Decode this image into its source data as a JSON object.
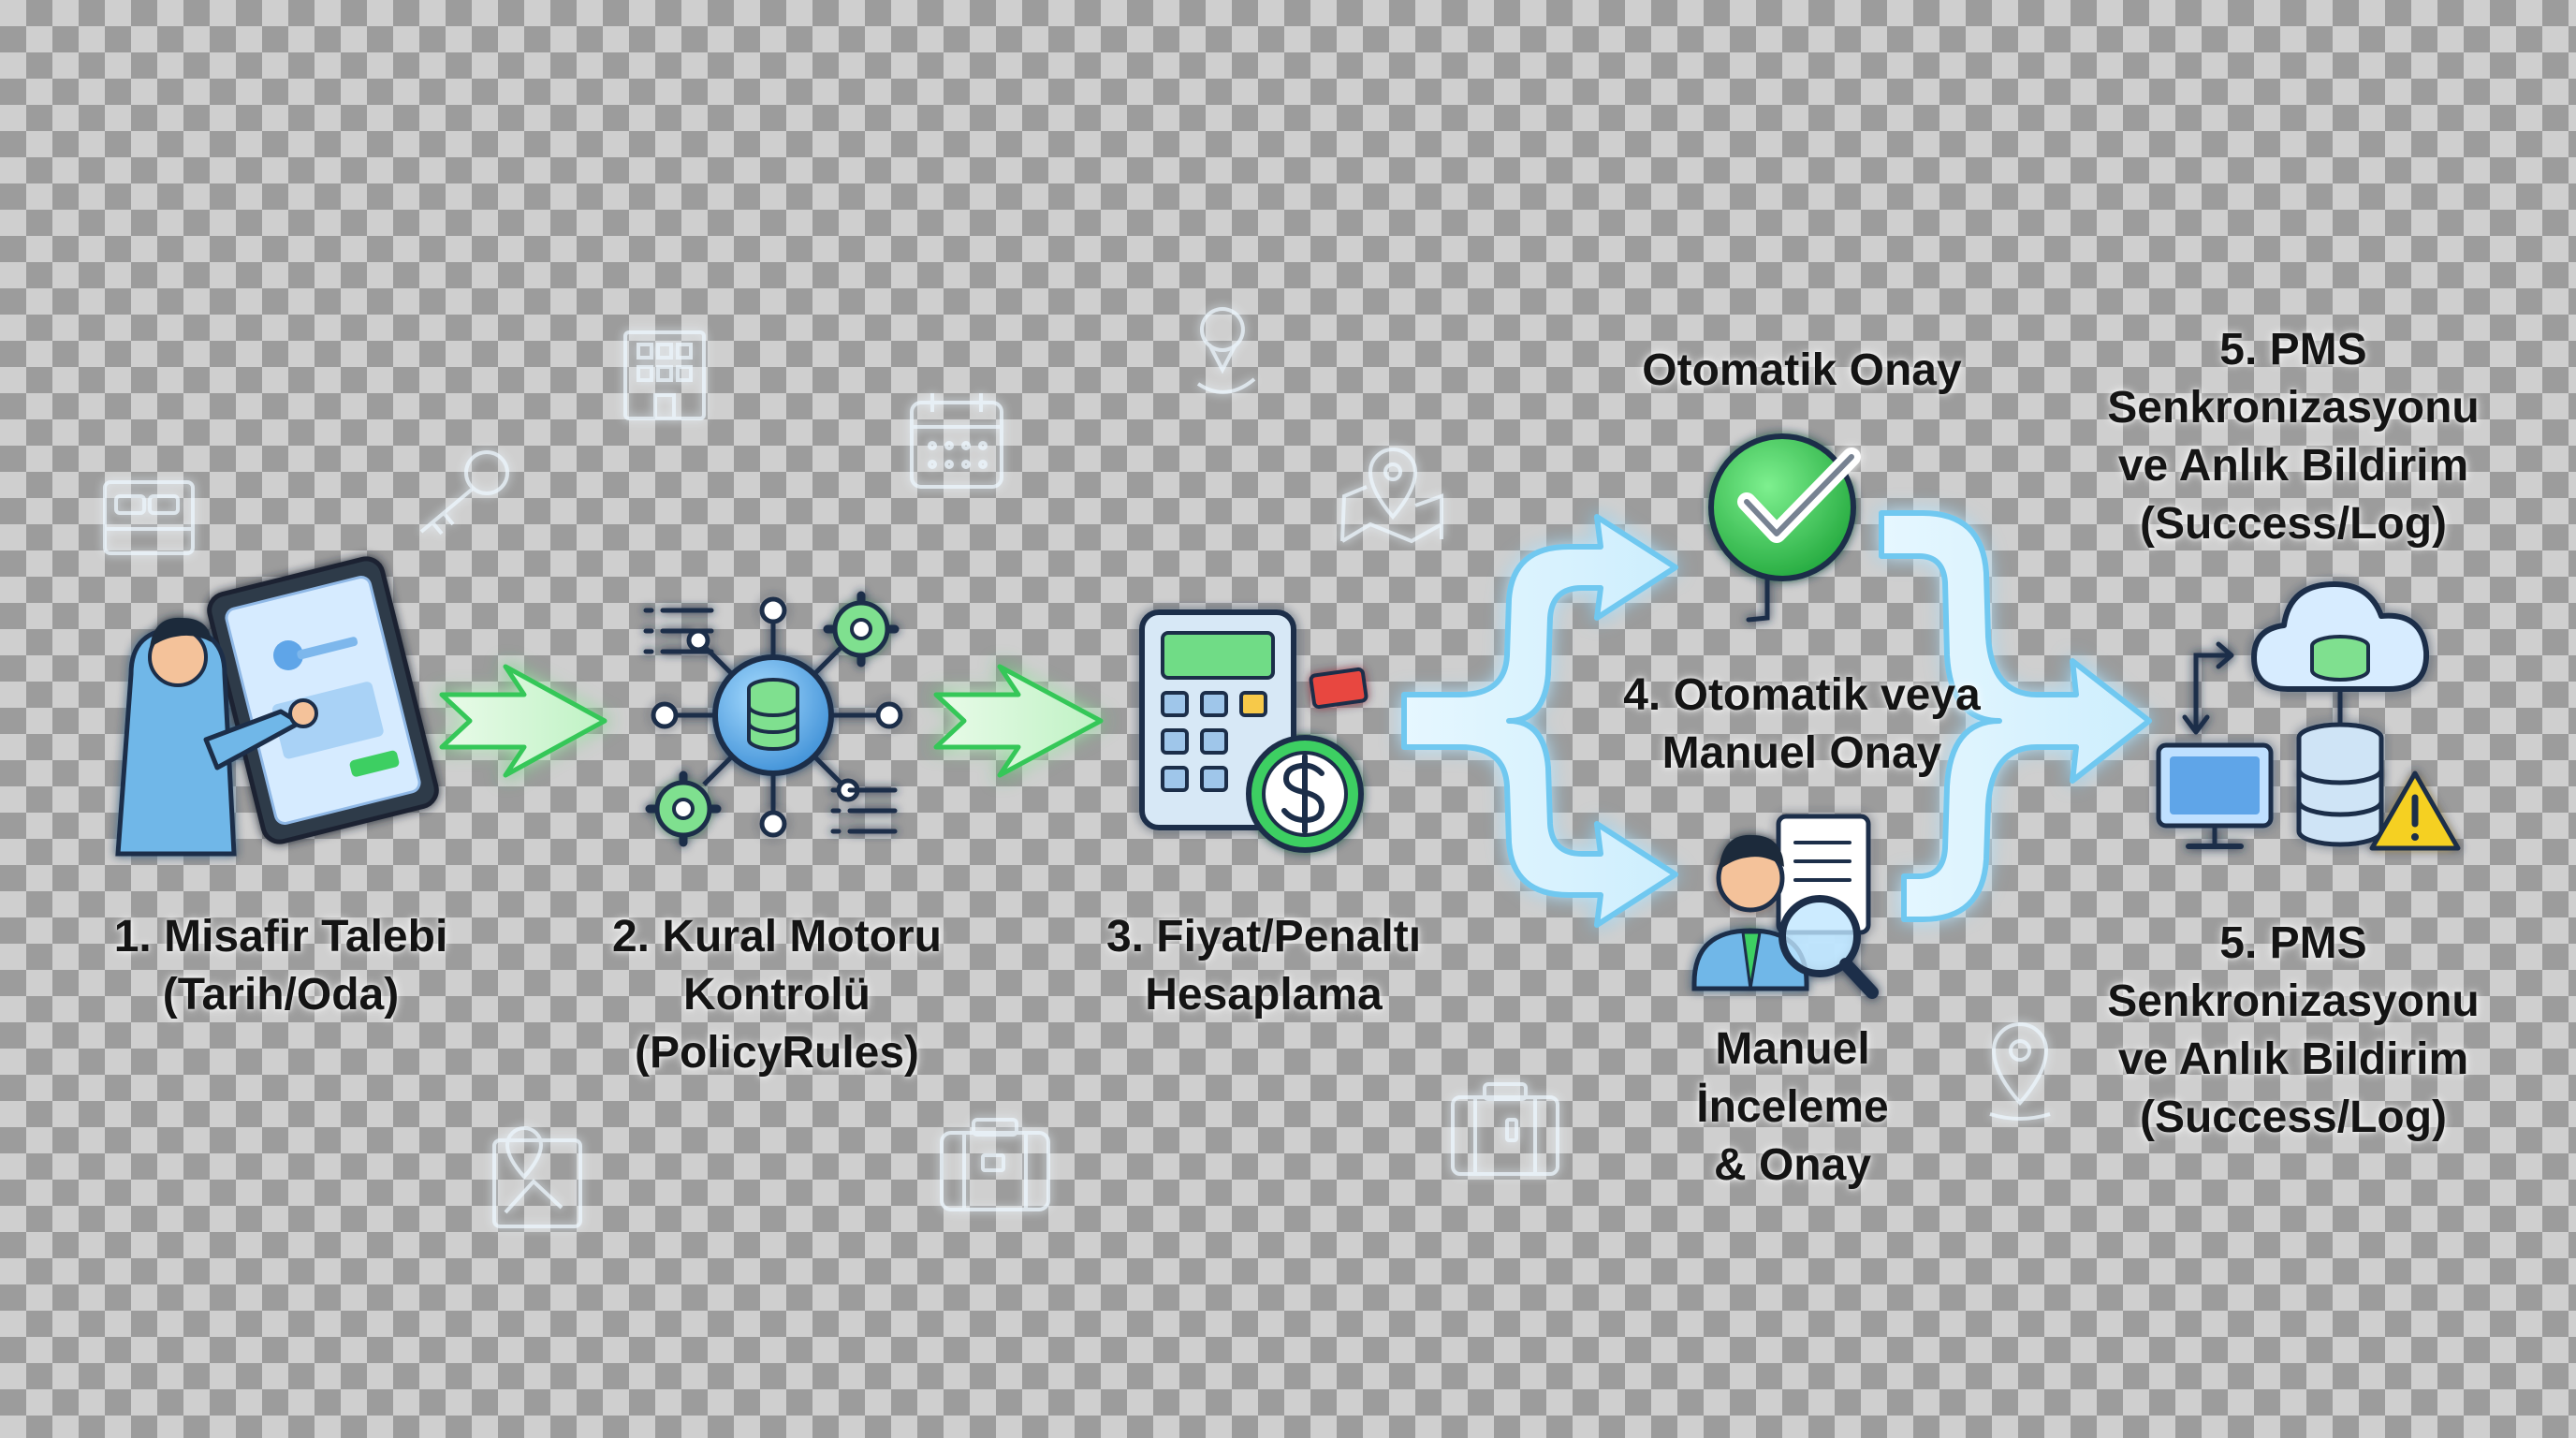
{
  "steps": {
    "step1": {
      "label": "1. Misafir Talebi\n(Tarih/Oda)"
    },
    "step2": {
      "label": "2. Kural Motoru\nKontrolü\n(PolicyRules)"
    },
    "step3": {
      "label": "3. Fiyat/Penaltı\nHesaplama"
    },
    "step4": {
      "label": "4. Otomatik veya\nManuel Onay"
    },
    "auto_approval": {
      "label": "Otomatik Onay"
    },
    "manual_review": {
      "label": "Manuel\nİnceleme\n& Onay"
    },
    "step5_top": {
      "label": "5. PMS\nSenkronizasyonu\nve Anlık Bildirim\n(Success/Log)"
    },
    "step5_bottom": {
      "label": "5. PMS\nSenkronizasyonu\nve Anlık Bildirim\n(Success/Log)"
    }
  },
  "icons": {
    "step1": "person-touching-tablet-icon",
    "step2": "rule-engine-database-hub-icon",
    "step3": "calculator-dollar-icon",
    "auto_approval": "green-check-circle-icon",
    "manual_review": "reviewer-magnifier-document-icon",
    "step5": "cloud-server-computer-warning-icon",
    "background": [
      "bed-icon",
      "key-icon",
      "hotel-building-icon",
      "calendar-icon",
      "map-pin-icon",
      "map-icon",
      "suitcase-icon"
    ]
  },
  "colors": {
    "green_arrow": "#34c759",
    "blue_flow": "#6fc8f0",
    "check_green": "#2fbf4f",
    "warning_yellow": "#f5d020",
    "text": "#141414"
  }
}
